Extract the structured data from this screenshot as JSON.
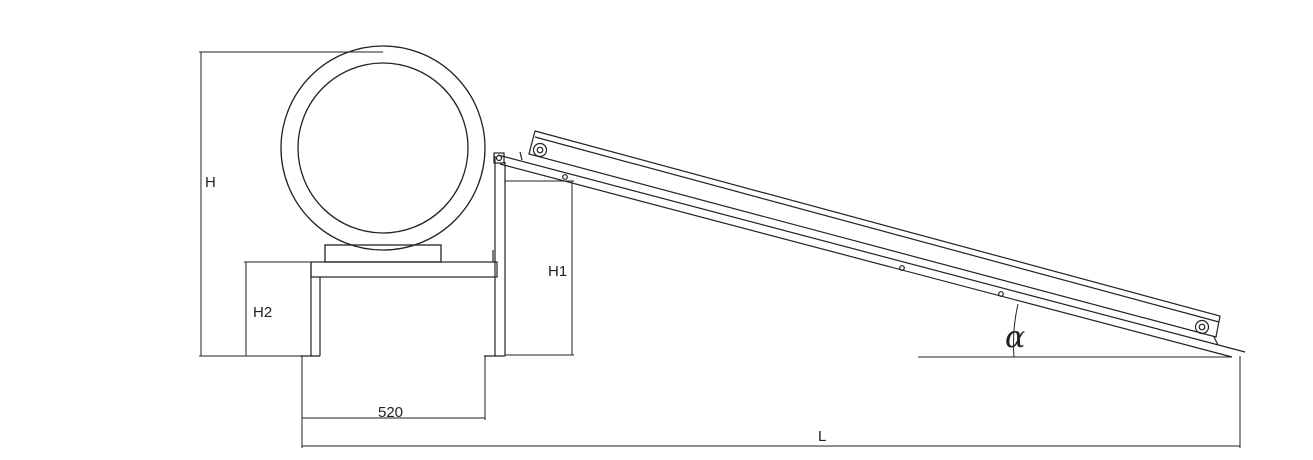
{
  "labels": {
    "height": "H",
    "height_1": "H1",
    "height_2": "H2",
    "width": "520",
    "length": "L",
    "angle": "α"
  },
  "colors": {
    "line": "#222222",
    "background": "#ffffff"
  }
}
